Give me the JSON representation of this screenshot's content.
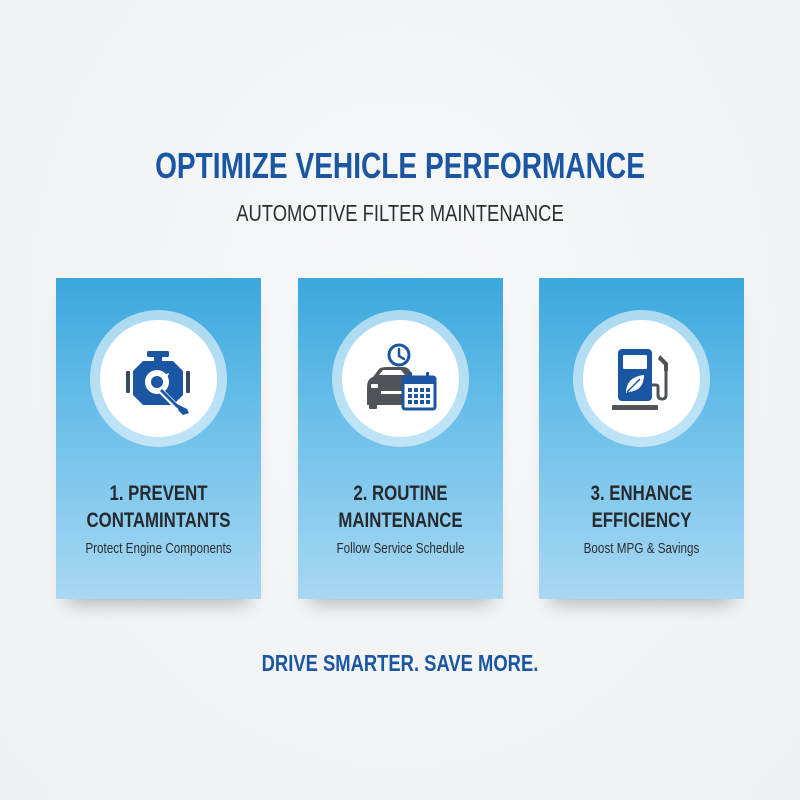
{
  "header": {
    "title": "OPTIMIZE VEHICLE PERFORMANCE",
    "subtitle": "AUTOMOTIVE FILTER MAINTENANCE"
  },
  "cards": [
    {
      "title_line1": "1. PREVENT",
      "title_line2": "CONTAMINTANTS",
      "subtitle": "Protect Engine Components",
      "icon": "engine-wrench-icon"
    },
    {
      "title_line1": "2. ROUTINE",
      "title_line2": "MAINTENANCE",
      "subtitle": "Follow Service Schedule",
      "icon": "car-clock-calendar-icon"
    },
    {
      "title_line1": "3. ENHANCE",
      "title_line2": "EFFICIENCY",
      "subtitle": "Boost MPG & Savings",
      "icon": "eco-fuel-pump-icon"
    }
  ],
  "footer": {
    "tagline": "DRIVE SMARTER. SAVE MORE."
  },
  "colors": {
    "brand_blue": "#1b56a3",
    "card_top": "#3ba7dd",
    "card_bottom": "#a8d8f3",
    "text_dark": "#26292d",
    "icon_gray": "#505357"
  }
}
